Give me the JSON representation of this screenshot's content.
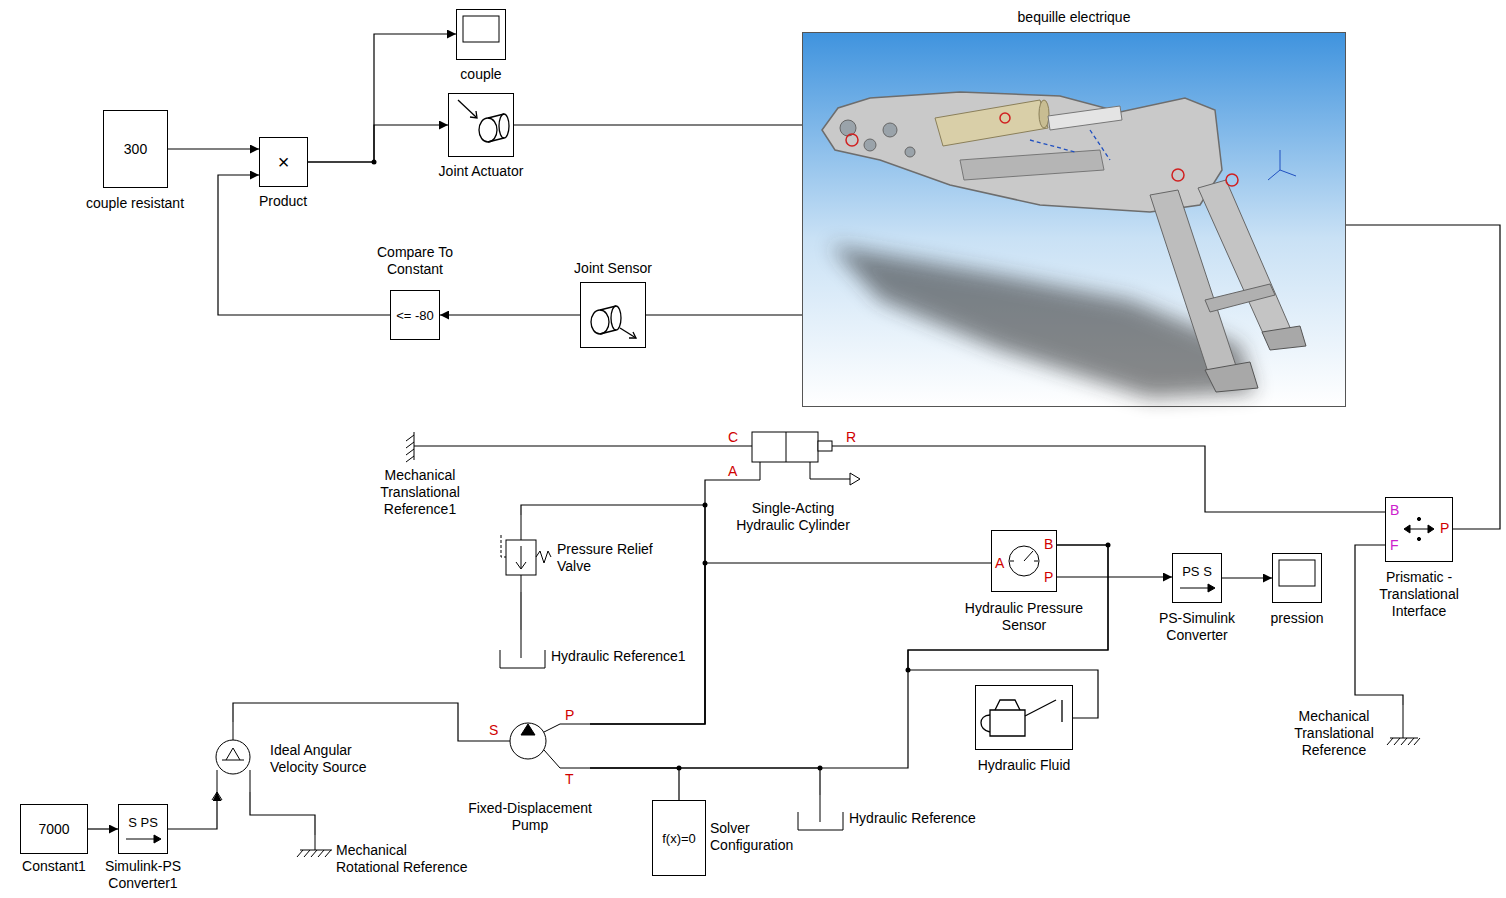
{
  "diagram": {
    "nodes": [
      {
        "text": [
          "300",
          "couple resistant"
        ]
      },
      {
        "text": [
          "×",
          "Product"
        ]
      },
      {
        "text": [
          "couple"
        ]
      },
      {
        "text": [
          "Joint Actuator"
        ]
      },
      {
        "text": [
          "bequille electrique"
        ]
      },
      {
        "text": [
          "<= -80",
          "Compare To Constant"
        ]
      },
      {
        "text": [
          "Joint Sensor"
        ]
      },
      {
        "text": [
          "Mechanical Translational Reference1"
        ]
      },
      {
        "text": [
          "C",
          "A",
          "R",
          "Single-Acting Hydraulic Cylinder"
        ]
      },
      {
        "text": [
          "Pressure Relief Valve"
        ]
      },
      {
        "text": [
          "Hydraulic Reference1"
        ]
      },
      {
        "text": [
          "A",
          "B",
          "P",
          "Hydraulic Pressure Sensor"
        ]
      },
      {
        "text": [
          "PS S",
          "PS-Simulink Converter"
        ]
      },
      {
        "text": [
          "pression"
        ]
      },
      {
        "text": [
          "B",
          "F",
          "P",
          "Prismatic - Translational Interface"
        ]
      },
      {
        "text": [
          "Mechanical Translational Reference"
        ]
      },
      {
        "text": [
          "Hydraulic Fluid"
        ]
      },
      {
        "text": [
          "Ideal Angular Velocity Source"
        ]
      },
      {
        "text": [
          "S",
          "P",
          "T",
          "Fixed-Displacement Pump"
        ]
      },
      {
        "text": [
          "f(x)=0",
          "Solver Configuration"
        ]
      },
      {
        "text": [
          "Hydraulic Reference"
        ]
      },
      {
        "text": [
          "7000",
          "Constant1"
        ]
      },
      {
        "text": [
          "S PS",
          "Simulink-PS Converter1"
        ]
      },
      {
        "text": [
          "Mechanical Rotational Reference"
        ]
      }
    ],
    "edges": [
      {
        "from": 0,
        "to": 1,
        "arrow": "to"
      },
      {
        "from": 5,
        "to": 1,
        "arrow": "to"
      },
      {
        "from": 1,
        "to": 2,
        "arrow": "to"
      },
      {
        "from": 1,
        "to": 3,
        "arrow": "to"
      },
      {
        "from": 3,
        "to": 4,
        "arrow": "none"
      },
      {
        "from": 6,
        "to": 5,
        "arrow": "to"
      },
      {
        "from": 6,
        "to": 4,
        "arrow": "none"
      },
      {
        "from": 7,
        "to": 8,
        "arrow": "none"
      },
      {
        "from": 8,
        "to": 14,
        "arrow": "none"
      },
      {
        "from": 14,
        "to": 4,
        "arrow": "none"
      },
      {
        "from": 15,
        "to": 14,
        "arrow": "none"
      },
      {
        "from": 18,
        "to": 8,
        "arrow": "none"
      },
      {
        "from": 18,
        "to": 9,
        "arrow": "none"
      },
      {
        "from": 18,
        "to": 11,
        "arrow": "none"
      },
      {
        "from": 9,
        "to": 10,
        "arrow": "none"
      },
      {
        "from": 18,
        "to": 11,
        "arrow": "none"
      },
      {
        "from": 11,
        "to": 16,
        "arrow": "none"
      },
      {
        "from": 18,
        "to": 20,
        "arrow": "none"
      },
      {
        "from": 18,
        "to": 19,
        "arrow": "none"
      },
      {
        "from": 11,
        "to": 12,
        "arrow": "to"
      },
      {
        "from": 12,
        "to": 13,
        "arrow": "to"
      },
      {
        "from": 21,
        "to": 22,
        "arrow": "to"
      },
      {
        "from": 22,
        "to": 17,
        "arrow": "to"
      },
      {
        "from": 17,
        "to": 18,
        "arrow": "none"
      },
      {
        "from": 17,
        "to": 23,
        "arrow": "none"
      }
    ]
  }
}
